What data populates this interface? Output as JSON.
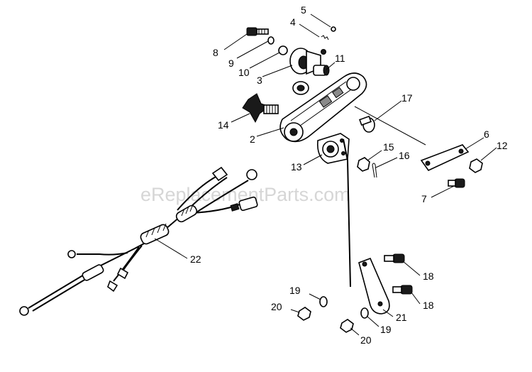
{
  "watermark": "eReplacementParts.com",
  "callouts": [
    "5",
    "4",
    "8",
    "9",
    "10",
    "3",
    "11",
    "17",
    "14",
    "2",
    "13",
    "15",
    "16",
    "6",
    "12",
    "7",
    "22",
    "18",
    "19",
    "20",
    "18",
    "21",
    "19",
    "20"
  ]
}
